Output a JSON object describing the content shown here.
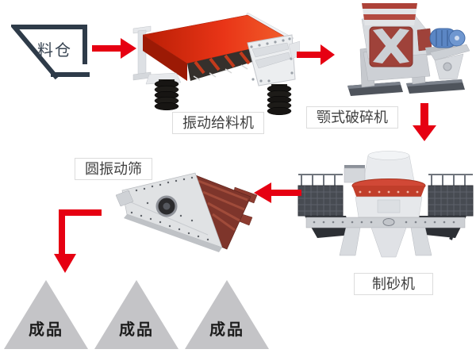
{
  "nodes": {
    "hopper": {
      "label": "料仓"
    },
    "feeder": {
      "label": "振动给料机"
    },
    "jaw_crusher": {
      "label": "颚式破碎机"
    },
    "sand_maker": {
      "label": "制砂机"
    },
    "vibrating_screen": {
      "label": "圆振动筛"
    },
    "products": [
      {
        "label": "成品"
      },
      {
        "label": "成品"
      },
      {
        "label": "成品"
      }
    ]
  },
  "arrows": [
    {
      "id": "hopper-to-feeder",
      "direction": "right"
    },
    {
      "id": "feeder-to-jaw-crusher",
      "direction": "right"
    },
    {
      "id": "jaw-crusher-to-sand-maker",
      "direction": "down"
    },
    {
      "id": "sand-maker-to-screen",
      "direction": "left"
    },
    {
      "id": "screen-to-products",
      "direction": "elbow-down"
    }
  ],
  "colors": {
    "arrow_red": "#e60012",
    "hopper_outline": "#2e3b49",
    "product_gray": "#c4c4c7",
    "label_border": "#dcdcdc",
    "label_text": "#3f3f3f",
    "feeder_red": "#d92b12",
    "crusher_panel_red": "#9f423a",
    "motor_blue": "#5b86c4",
    "screen_deck_red": "#7e352b",
    "machine_gray": "#d8dbdf"
  }
}
